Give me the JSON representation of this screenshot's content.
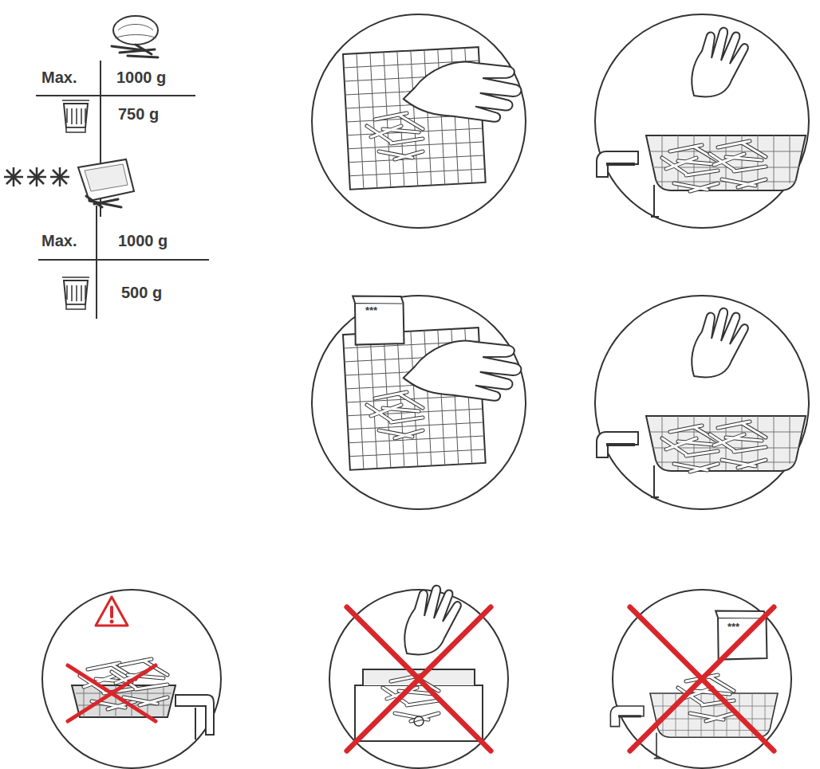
{
  "diagram": {
    "labels": [
      "Max.",
      "1000 g",
      "750 g",
      "Max.",
      "1000 g",
      "500 g",
      "***",
      "***"
    ]
  }
}
